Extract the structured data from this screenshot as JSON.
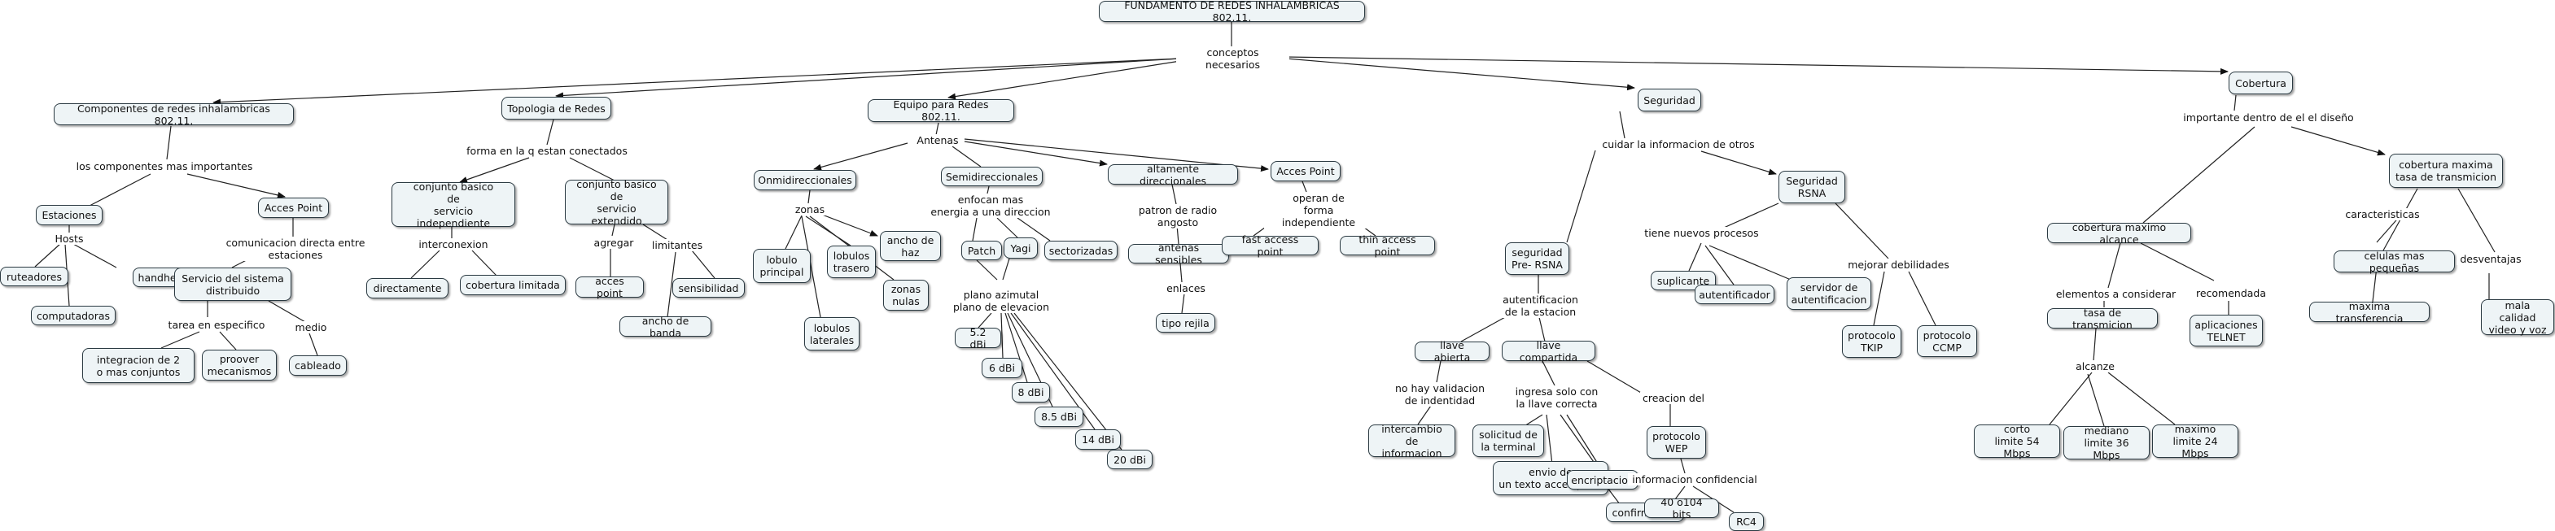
{
  "root": "FUNDAMENTO DE REDES INHALAMBRICAS 802.11.",
  "link_conceptos": "conceptos necesarios",
  "componentes": {
    "title": "Componentes de redes inhalambricas 802.11.",
    "link_mas_importantes": "los componentes mas importantes",
    "estaciones": "Estaciones",
    "hosts": "Hosts",
    "ruteadores": "ruteadores",
    "handhelds": "handhelds",
    "computadoras": "computadoras",
    "acces_point": "Acces Point",
    "link_comunicacion": "comunicacion directa entre estaciones",
    "servicio_sistema": "Servicio del sistema\ndistribuido",
    "link_tarea": "tarea en especifico",
    "link_medio": "medio",
    "integracion": "integracion de 2\no mas conjuntos",
    "proveer": "proover\nmecanismos",
    "cableado": "cableado"
  },
  "topologia": {
    "title": "Topologia de Redes",
    "link_forma": "forma en la q estan conectados",
    "basico_indep": "conjunto basico\nde\nservicio independiente",
    "basico_ext": "conjunto basico\nde\nservicio extendido",
    "link_interconexion": "interconexion",
    "directamente": "directamente",
    "cobertura_limitada": "cobertura limitada",
    "link_agregar": "agregar",
    "acces_point": "acces point",
    "link_limitantes": "limitantes",
    "sensibilidad": "sensibilidad",
    "ancho_banda": "ancho de banda"
  },
  "equipo": {
    "title": "Equipo para Redes 802.11.",
    "link_antenas": "Antenas",
    "omni": "Onmidireccionales",
    "link_zonas": "zonas",
    "ancho_haz": "ancho de\nhaz",
    "lobulo_principal": "lobulo\nprincipal",
    "lobulos_trasero": "lobulos\ntrasero",
    "zonas_nulas": "zonas\nnulas",
    "lobulos_laterales": "lobulos\nlaterales",
    "semi": "Semidireccionales",
    "link_enfocan": "enfocan mas\nenergia a una direccion",
    "patch": "Patch",
    "yagi": "Yagi",
    "sectorizadas": "sectorizadas",
    "link_plano": "plano azimutal\nplano de elevacion",
    "dbi": [
      "5.2 dBi",
      "6 dBi",
      "8 dBi",
      "8.5 dBi",
      "14 dBi",
      "20 dBi"
    ],
    "alta": "altamente direccionales",
    "link_patron": "patron de radio angosto",
    "antenas_sensibles": "antenas sensibles",
    "link_enlaces": "enlaces",
    "tipo_rejila": "tipo rejila",
    "acces_point": "Acces Point",
    "link_operan": "operan de\nforma independiente",
    "fast_ap": "fast access point",
    "thin_ap": "thin access point"
  },
  "seguridad": {
    "title": "Seguridad",
    "link_cuidar": "cuidar la informacion de otros",
    "pre_rsna": "seguridad\nPre- RSNA",
    "rsna": "Seguridad\nRSNA",
    "link_autenticacion": "autentificacion\nde la estacion",
    "llave_abierta": "llave abierta",
    "llave_compartida": "llave compartida",
    "link_no_hay": "no hay validacion\nde indentidad",
    "intercambio": "intercambio\nde informacion",
    "link_ingresa": "ingresa solo con\nla llave correcta",
    "solicitud": "solicitud de\nla terminal",
    "envio": "envio de\nun texto acces point",
    "encriptacion": "encriptacion",
    "confirmacion": "confirmacion",
    "link_creacion": "creacion del",
    "wep": "protocolo\nWEP",
    "link_info_conf": "informacion confidencial",
    "bits": "40 o104 bits",
    "rc4": "RC4",
    "link_tiene": "tiene nuevos procesos",
    "suplicante": "suplicante",
    "autentificador": "autentificador",
    "servidor": "servidor de\nautentificacion",
    "link_mejorar": "mejorar debilidades",
    "tkip": "protocolo\nTKIP",
    "ccmp": "protocolo\nCCMP"
  },
  "cobertura": {
    "title": "Cobertura",
    "link_importante": "importante dentro de el el diseño",
    "max_alcance": "cobertura maximo alcance",
    "max_tasa": "cobertura maxima\ntasa de transmicion",
    "link_elementos": "elementos a considerar",
    "tasa": "tasa de transmicion",
    "link_alcanze": "alcanze",
    "corto": "corto\nlimite 54 Mbps",
    "mediano": "mediano\nlimite 36 Mbps",
    "maximo": "maximo\nlimite 24 Mbps",
    "link_recomendada": "recomendada",
    "telnet": "aplicaciones\nTELNET",
    "link_caracteristicas": "caracteristicas",
    "celulas": "celulas mas pequeñas",
    "max_transferencia": "maxima transferencia",
    "link_desventajas": "desventajas",
    "mala_calidad": "mala calidad\nvideo y voz"
  }
}
